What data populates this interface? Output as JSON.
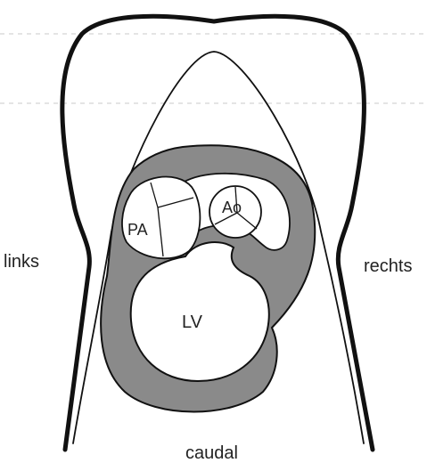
{
  "labels": {
    "left": "links",
    "right": "rechts",
    "bottom": "caudal",
    "lv": "LV",
    "pa": "PA",
    "ao": "Ao"
  },
  "colors": {
    "outline": "#111111",
    "wall": "#8a8a8a",
    "guide": "#c8c8c8",
    "background": "#ffffff"
  }
}
